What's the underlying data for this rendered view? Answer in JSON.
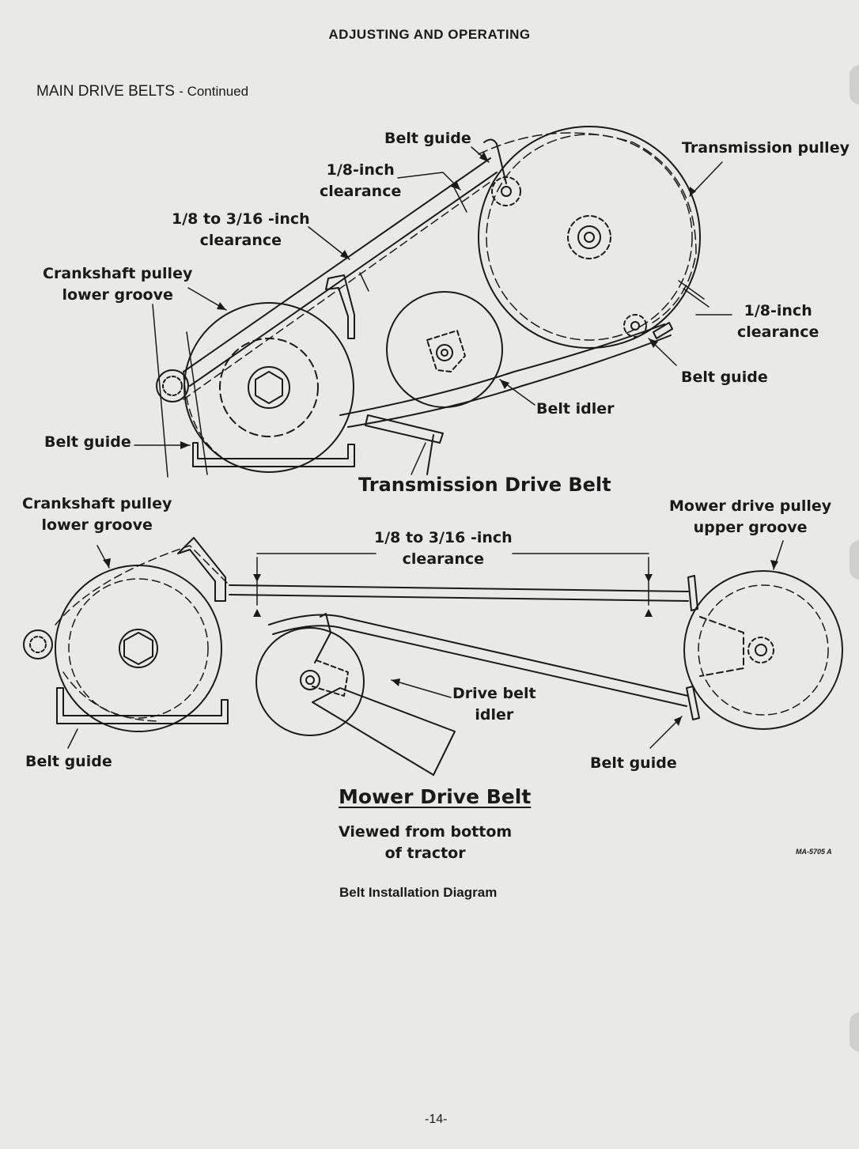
{
  "header": "ADJUSTING AND OPERATING",
  "section": {
    "title": "MAIN DRIVE BELTS",
    "continued": "- Continued"
  },
  "transmission_diagram": {
    "title": "Transmission Drive Belt",
    "labels": {
      "belt_guide_top": "Belt guide",
      "eighth_inch_clearance_top": [
        "1/8-inch",
        "clearance"
      ],
      "eighth_to_3_16_clearance": [
        "1/8 to 3/16 -inch",
        "clearance"
      ],
      "crankshaft_pulley": [
        "Crankshaft pulley",
        "lower groove"
      ],
      "transmission_pulley": "Transmission pulley",
      "eighth_inch_clearance_right": [
        "1/8-inch",
        "clearance"
      ],
      "belt_guide_right": "Belt guide",
      "belt_idler": "Belt idler",
      "belt_guide_left": "Belt guide"
    }
  },
  "mower_diagram": {
    "title": "Mower Drive Belt",
    "subtitle": [
      "Viewed from bottom",
      "of tractor"
    ],
    "labels": {
      "crankshaft_pulley": [
        "Crankshaft pulley",
        "lower groove"
      ],
      "clearance": [
        "1/8 to 3/16 -inch",
        "clearance"
      ],
      "mower_drive_pulley": [
        "Mower drive pulley",
        "upper groove"
      ],
      "drive_belt_idler": [
        "Drive belt",
        "idler"
      ],
      "belt_guide_left": "Belt guide",
      "belt_guide_right": "Belt guide"
    }
  },
  "figure_code": "MA-5705 A",
  "caption": "Belt Installation Diagram",
  "page_number": "-14-"
}
